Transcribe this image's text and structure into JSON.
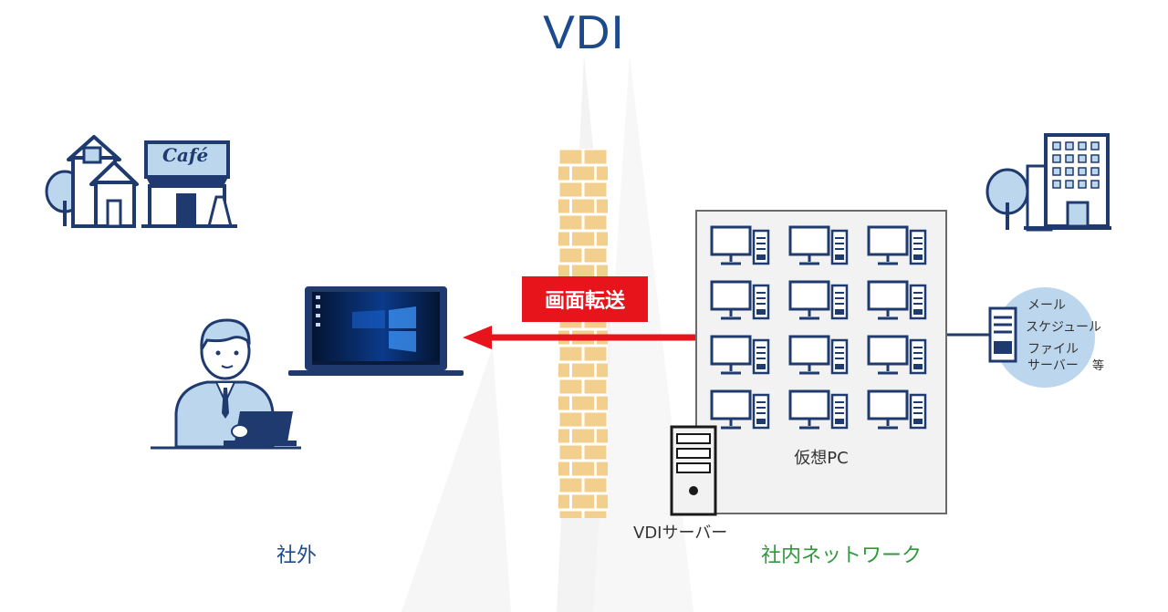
{
  "title": "VDI",
  "transfer_label": "画面転送",
  "virtual_pc_label": "仮想PC",
  "server_label": "VDIサーバー",
  "outside_label": "社外",
  "inside_label": "社内ネットワーク",
  "cafe_sign": "Café",
  "services": [
    "メール",
    "スケジュール",
    "ファイル",
    "サーバー"
  ],
  "services_etc": "等",
  "colors": {
    "title": "#1d4a8c",
    "navy": "#1f3a6e",
    "light_blue": "#bcd6ee",
    "red": "#e8141c",
    "brick": "#f3cf8e",
    "green": "#2e9a3a"
  }
}
